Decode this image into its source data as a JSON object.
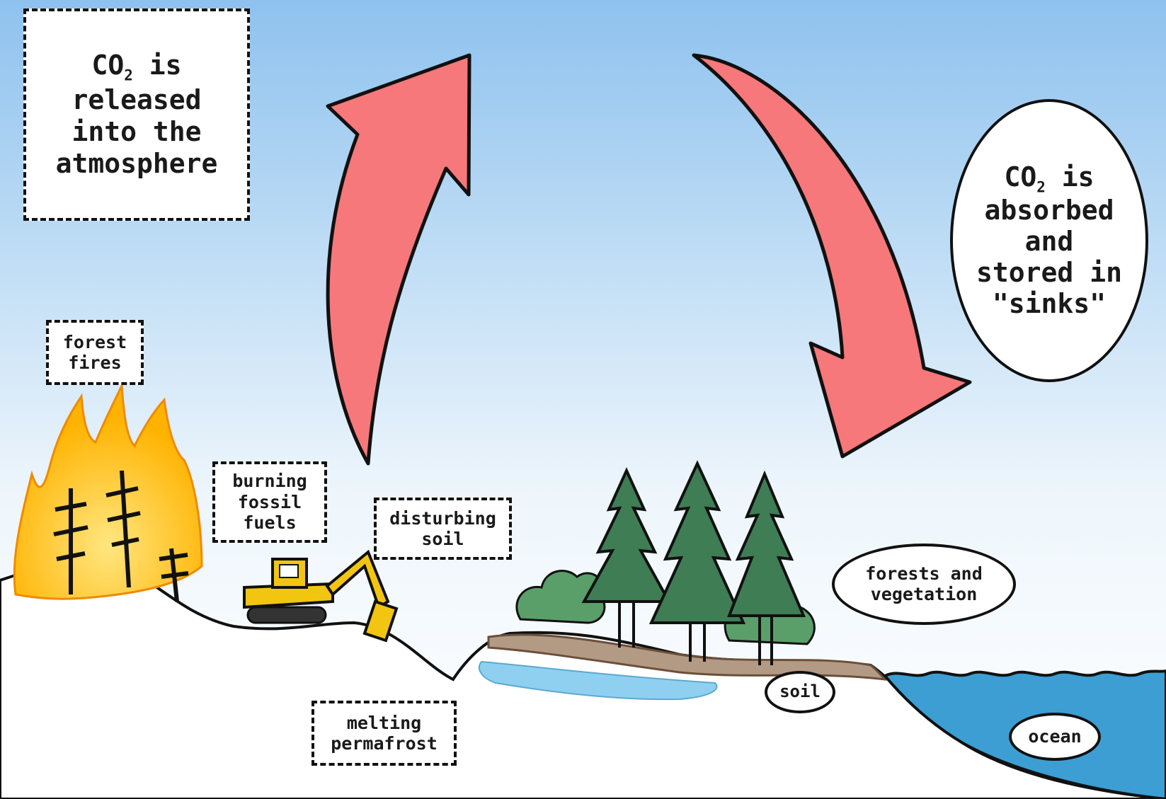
{
  "release_box": {
    "formula": "CO",
    "formula_sub": "2",
    "after": "is",
    "rest": "released\ninto the\natmosphere"
  },
  "sink_oval": {
    "formula": "CO",
    "formula_sub": "2",
    "after": "is",
    "rest": "absorbed\nand\nstored in\n\"sinks\""
  },
  "labels": {
    "forest_fires": "forest\nfires",
    "burning_fossil_fuels": "burning\nfossil\nfuels",
    "disturbing_soil": "disturbing\nsoil",
    "melting_permafrost": "melting\npermafrost",
    "forests_vegetation": "forests and\nvegetation",
    "soil": "soil",
    "ocean": "ocean"
  },
  "colors": {
    "sky_top": "#8ec2ee",
    "sky_bottom": "#ffffff",
    "arrow": "#f7787a",
    "tree": "#3f7d55",
    "bush": "#5a9e6a",
    "ocean": "#3c9ed3",
    "pond": "#8fd0f0",
    "flame_outer": "#ffb300",
    "flame_inner": "#ffe680",
    "excavator": "#f2c511"
  }
}
